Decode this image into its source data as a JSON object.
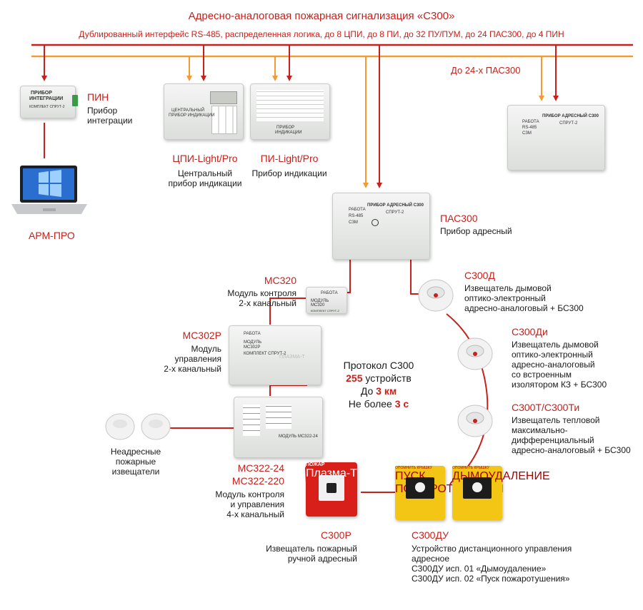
{
  "title": "Адресно-аналоговая пожарная сигнализация «С300»",
  "interface": "Дублированный интерфейс RS-485, распределенная логика, до 8 ЦПИ, до 8 ПИ, до 32 ПУ/ПУМ, до 24 ПАС300, до 4 ПИН",
  "pas_count_label": "До 24-х ПАС300",
  "pin": {
    "name": "ПИН",
    "desc": [
      "Прибор",
      "интеграции"
    ],
    "faceplate": [
      "ПРИБОР",
      "ИНТЕГРАЦИИ",
      "КОМПЛЕКТ СПРУТ-2"
    ]
  },
  "arm": {
    "name": "АРМ-ПРО"
  },
  "cpi": {
    "name": "ЦПИ-Light/Pro",
    "desc": [
      "Центральный",
      "прибор индикации"
    ],
    "faceplate": [
      "ЦЕНТРАЛЬНЫЙ",
      "ПРИБОР ИНДИКАЦИИ"
    ]
  },
  "pi": {
    "name": "ПИ-Light/Pro",
    "desc": [
      "Прибор индикации"
    ],
    "faceplate": [
      "ПРИБОР",
      "ИНДИКАЦИИ"
    ]
  },
  "pas_remote": {
    "faceplate": [
      "ПРИБОР АДРЕСНЫЙ С300",
      "СПРУТ-2",
      "РАБОТА",
      "RS-485",
      "СЗМ"
    ]
  },
  "pas300": {
    "name": "ПАС300",
    "desc": [
      "Прибор адресный"
    ],
    "faceplate": [
      "ПРИБОР АДРЕСНЫЙ С300",
      "СПРУТ-2",
      "РАБОТА",
      "RS-485",
      "СЗМ"
    ]
  },
  "mc320": {
    "name": "МС320",
    "desc": [
      "Модуль контроля",
      "2-х канальный"
    ],
    "faceplate": [
      "РАБОТА",
      "МОДУЛЬ",
      "МС320",
      "КОМПЛЕКТ СПРУТ-2"
    ]
  },
  "mc302r": {
    "name": "МС302Р",
    "desc": [
      "Модуль",
      "управления",
      "2-х канальный"
    ],
    "faceplate": [
      "РАБОТА",
      "МОДУЛЬ",
      "МС302Р",
      "КОМПЛЕКТ СПРУТ-2",
      "ПЛАЗМА-Т"
    ]
  },
  "mc322": {
    "name": [
      "МС322-24",
      "МС322-220"
    ],
    "desc": [
      "Модуль контроля",
      "и управления",
      "4-х канальный"
    ],
    "faceplate": [
      "МОДУЛЬ МС322-24"
    ]
  },
  "protocol": {
    "line1": "Протокол С300",
    "devices_num": "255",
    "devices_txt": " устройств",
    "range_pre": "До ",
    "range_val": "3 км",
    "time_pre": "Не более ",
    "time_val": "3 с"
  },
  "s300d": {
    "name": "С300Д",
    "desc": [
      "Извещатель дымовой",
      "оптико-электронный",
      "адресно-аналоговый + БС300"
    ]
  },
  "s300di": {
    "name": "С300Ди",
    "desc": [
      "Извещатель дымовой",
      "оптико-электронный",
      "адресно-аналоговый",
      "со встроенным",
      "изолятором КЗ + БС300"
    ]
  },
  "s300t": {
    "name": "С300Т/С300Ти",
    "desc": [
      "Извещатель тепловой",
      "максимально-",
      "дифференциальный",
      "адресно-аналоговый + БС300"
    ]
  },
  "nonaddr": {
    "desc": [
      "Неадресные",
      "пожарные",
      "извещатели"
    ]
  },
  "s300r": {
    "name": "С300Р",
    "desc": [
      "Извещатель пожарный",
      "ручной адресный"
    ],
    "faceplate": [
      "ПОЖАР",
      "Плазма-Т"
    ]
  },
  "s300du": {
    "name": "С300ДУ",
    "desc": [
      "Устройство дистанционного управления",
      "адресное",
      "С300ДУ исп. 01 «Дымоудаление»",
      "С300ДУ исп. 02 «Пуск пожаротушения»"
    ],
    "faceplate": [
      "ОПОМНИТЬ КРЫШКУ",
      "ПУСК",
      "ПОЖАРОТУШЕНИЯ",
      "ДЫМОУДАЛЕНИЕ"
    ]
  },
  "colors": {
    "red": "#c8211c",
    "orange": "#f39a32",
    "yellow": "#f3c515",
    "body": "#e6e7e6"
  }
}
